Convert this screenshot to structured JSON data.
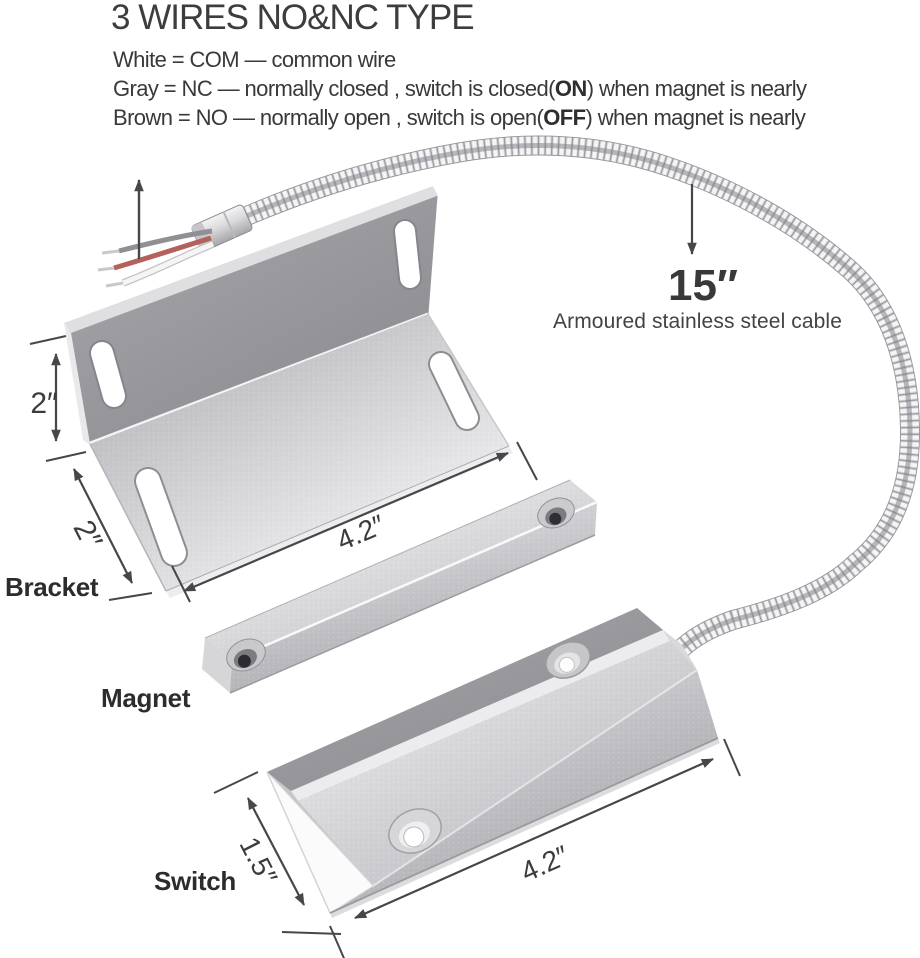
{
  "title": "3 WIRES NO&NC TYPE",
  "legend": {
    "line1": {
      "pre": "White = COM — common wire",
      "bold": "",
      "post": ""
    },
    "line2": {
      "pre": "Gray = NC — normally closed , switch is closed(",
      "bold": "ON",
      "post": ") when magnet is nearly"
    },
    "line3": {
      "pre": "Brown = NO — normally open , switch is open(",
      "bold": "OFF",
      "post": ") when magnet is nearly"
    }
  },
  "cable": {
    "length_label": "15″",
    "description": "Armoured stainless steel cable"
  },
  "parts": {
    "bracket": "Bracket",
    "magnet": "Magnet",
    "switch": "Switch"
  },
  "dimensions": {
    "bracket_height": "2″",
    "bracket_depth": "2″",
    "bracket_length": "4.2″",
    "switch_depth": "1.5″",
    "switch_length": "4.2″"
  },
  "wires": {
    "white": "#f5f5f6",
    "gray": "#8f8f94",
    "brown": "#b4605c"
  },
  "colors": {
    "text": "#39393b",
    "dimension_line": "#47474a",
    "metal_light": "#e9e9eb",
    "metal_mid": "#c6c6c9",
    "metal_dark": "#8d8d92"
  }
}
